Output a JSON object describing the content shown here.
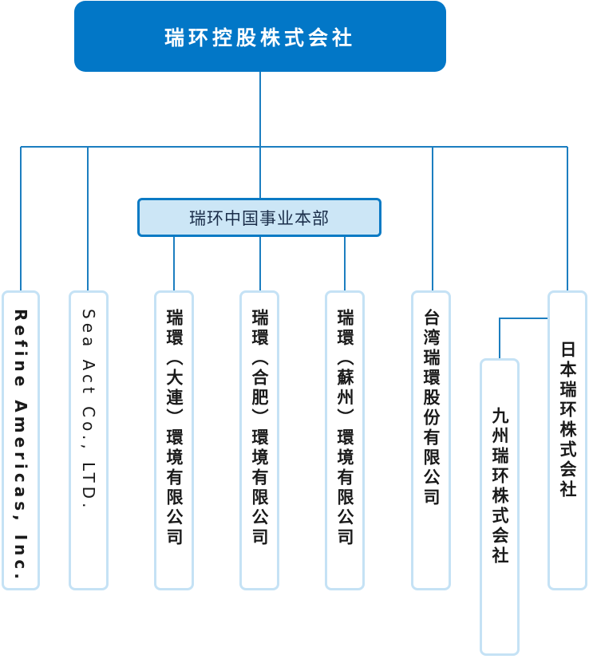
{
  "org": {
    "root": "瑞环控股株式会社",
    "china_division": "瑞环中国事业本部",
    "subsidiaries": [
      {
        "name": "Refine Americas, Inc."
      },
      {
        "name": "Sea Act Co., LTD."
      },
      {
        "name": "瑞環（大連）環境有限公司"
      },
      {
        "name": "瑞環（合肥）環境有限公司"
      },
      {
        "name": "瑞環（蘇州）環境有限公司"
      },
      {
        "name": "台湾瑞環股份有限公司"
      },
      {
        "name": "九州瑞环株式会社"
      },
      {
        "name": "日本瑞环株式会社"
      }
    ]
  },
  "colors": {
    "root_fill": "#0277c7",
    "division_fill": "#cce6f6",
    "division_border": "#0b7ac4",
    "box_border": "#c5e2f5",
    "connector": "#1c7ec0"
  }
}
